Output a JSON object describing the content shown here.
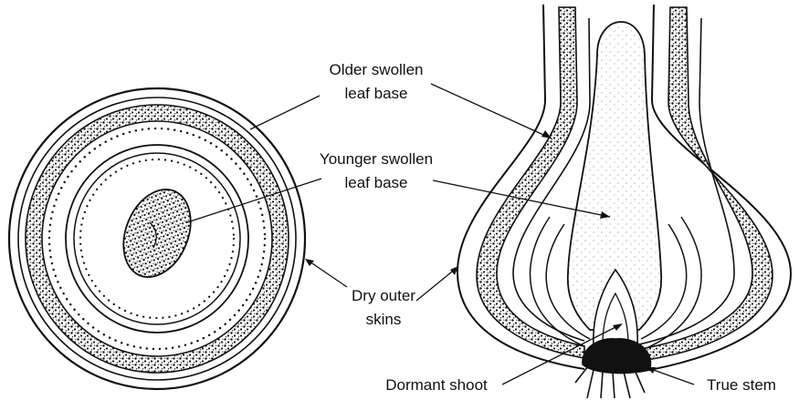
{
  "colors": {
    "ink": "#111111",
    "background": "#ffffff"
  },
  "labels": {
    "older_swollen_leaf_base": {
      "line1": "Older swollen",
      "line2": "leaf base"
    },
    "younger_swollen_leaf_base": {
      "line1": "Younger swollen",
      "line2": "leaf base"
    },
    "dry_outer_skins": {
      "line1": "Dry outer",
      "line2": "skins"
    },
    "dormant_shoot": "Dormant shoot",
    "true_stem": "True stem"
  }
}
